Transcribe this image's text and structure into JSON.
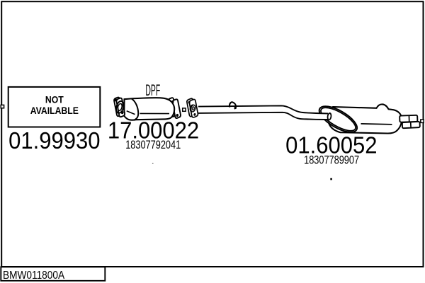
{
  "page": {
    "background": "#ffffff",
    "ink": "#000000"
  },
  "footer": {
    "drawing_code": "BMW011800A"
  },
  "sections": {
    "front_pipe": {
      "availability_line1": "NOT",
      "availability_line2": "AVAILABLE",
      "code": "01.99930"
    },
    "dpf": {
      "label": "DPF",
      "code": "17.00022",
      "oem_number": "18307792041"
    },
    "rear_muffler": {
      "code": "01.60052",
      "oem_number": "18307789907"
    }
  }
}
